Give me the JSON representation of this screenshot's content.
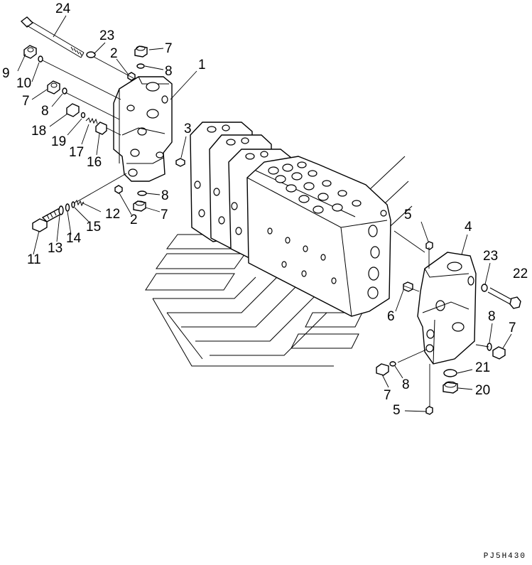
{
  "drawing_code": "PJ5H430",
  "callouts": [
    {
      "label": "24"
    },
    {
      "label": "23"
    },
    {
      "label": "2"
    },
    {
      "label": "7"
    },
    {
      "label": "9"
    },
    {
      "label": "10"
    },
    {
      "label": "8"
    },
    {
      "label": "1"
    },
    {
      "label": "7"
    },
    {
      "label": "8"
    },
    {
      "label": "18"
    },
    {
      "label": "19"
    },
    {
      "label": "17"
    },
    {
      "label": "16"
    },
    {
      "label": "3"
    },
    {
      "label": "8"
    },
    {
      "label": "12"
    },
    {
      "label": "15"
    },
    {
      "label": "2"
    },
    {
      "label": "7"
    },
    {
      "label": "11"
    },
    {
      "label": "13"
    },
    {
      "label": "14"
    },
    {
      "label": "5"
    },
    {
      "label": "4"
    },
    {
      "label": "23"
    },
    {
      "label": "22"
    },
    {
      "label": "6"
    },
    {
      "label": "8"
    },
    {
      "label": "7"
    },
    {
      "label": "21"
    },
    {
      "label": "20"
    },
    {
      "label": "7"
    },
    {
      "label": "8"
    },
    {
      "label": "5"
    }
  ],
  "colors": {
    "line": "#000000",
    "background": "#ffffff"
  }
}
